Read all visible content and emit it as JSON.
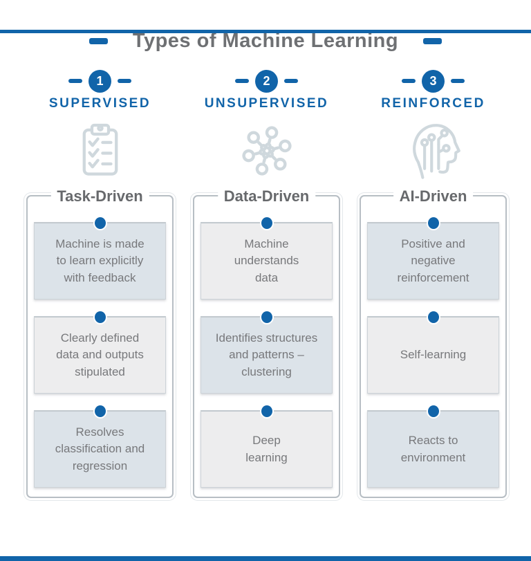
{
  "title": {
    "text": "Types of Machine Learning"
  },
  "colors": {
    "accent_blue": "#1164a9",
    "title_gray": "#6e7073",
    "card_text_gray": "#77787b",
    "icon_gray": "#cfd8dd",
    "card_blue_bg": "#dce3e9",
    "card_light_bg": "#ededee",
    "bracket_gray": "#b7bec4"
  },
  "columns": [
    {
      "number": "1",
      "label": "SUPERVISED",
      "icon": "checklist-clipboard-icon",
      "driven": "Task-Driven",
      "cards": [
        {
          "text": "Machine is made\nto learn explicitly\nwith feedback",
          "tone": "blue"
        },
        {
          "text": "Clearly defined\ndata and outputs\nstipulated",
          "tone": "light"
        },
        {
          "text": "Resolves\nclassification and\nregression",
          "tone": "blue"
        }
      ]
    },
    {
      "number": "2",
      "label": "UNSUPERVISED",
      "icon": "cluster-nodes-icon",
      "driven": "Data-Driven",
      "cards": [
        {
          "text": "Machine\nunderstands\ndata",
          "tone": "light"
        },
        {
          "text": "Identifies structures\nand patterns –\nclustering",
          "tone": "blue"
        },
        {
          "text": "Deep\nlearning",
          "tone": "light"
        }
      ]
    },
    {
      "number": "3",
      "label": "REINFORCED",
      "icon": "ai-head-circuit-icon",
      "driven": "AI-Driven",
      "cards": [
        {
          "text": "Positive and\nnegative\nreinforcement",
          "tone": "blue"
        },
        {
          "text": "Self-learning",
          "tone": "light"
        },
        {
          "text": "Reacts to\nenvironment",
          "tone": "blue"
        }
      ]
    }
  ]
}
